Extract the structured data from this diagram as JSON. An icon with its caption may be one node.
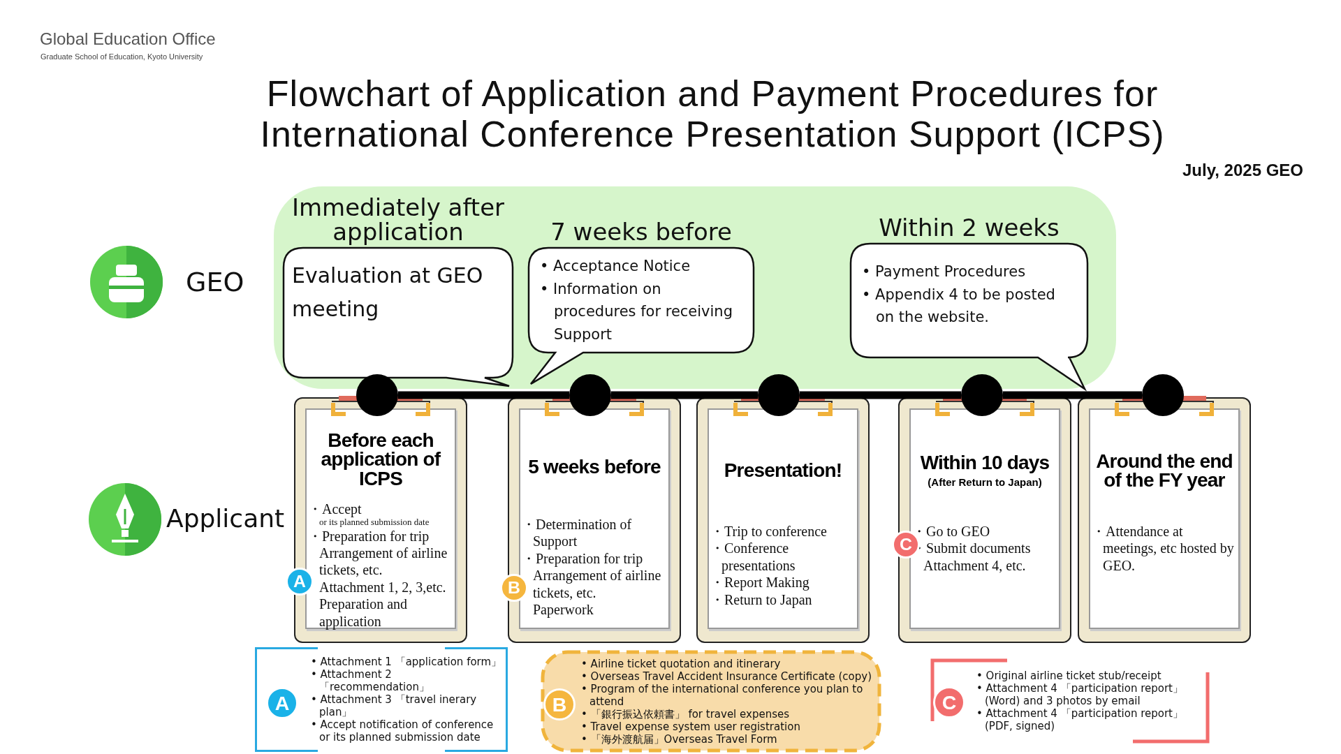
{
  "diagram": {
    "title": "Flowchart of Application and Payment Procedures for International Conference Presentation Support (ICPS)",
    "nodes": [
      {
        "text": [
          "Immediately after application",
          "Evaluation at GEO meeting"
        ]
      },
      {
        "text": [
          "7 weeks before",
          "• Acceptance Notice",
          "• Information on procedures for receiving Support"
        ]
      },
      {
        "text": [
          "Within 2 weeks",
          "• Payment Procedures",
          "• Appendix 4 to be posted on the website."
        ]
      },
      {
        "text": [],
        "shape": "circle"
      },
      {
        "text": [],
        "shape": "circle"
      },
      {
        "text": [],
        "shape": "circle"
      },
      {
        "text": [],
        "shape": "circle"
      },
      {
        "text": [],
        "shape": "circle"
      },
      {
        "text": [
          "Before each application of ICPS",
          "・Accept",
          "or its planned submission date",
          "・Preparation for trip",
          "Arrangement of airline tickets, etc.",
          "Attachment 1, 2, 3,etc.",
          "Preparation and application"
        ]
      },
      {
        "text": [
          "5 weeks before",
          "・Determination of Support",
          "・Preparation for trip",
          "Arrangement of airline tickets, etc.",
          "Paperwork"
        ]
      },
      {
        "text": [
          "Presentation!",
          "・Trip to conference",
          "・Conference presentations",
          "・Report Making",
          "・Return to Japan"
        ]
      },
      {
        "text": [
          "Within 10 days",
          "(After Return to Japan)",
          "・Go to GEO",
          "・Submit documents",
          "Attachment 4, etc."
        ]
      },
      {
        "text": [
          "Around the end of the FY year",
          "・Attendance at meetings, etc hosted by GEO."
        ]
      },
      {
        "text": [
          "A"
        ]
      },
      {
        "text": [
          "B"
        ]
      },
      {
        "text": [
          "C"
        ]
      },
      {
        "text": [
          "• Attachment 1 「application form」",
          "• Attachment 2 「recommendation」",
          "• Attachment 3 「travel inerary plan」",
          "• Accept notification of conference or its planned submission date"
        ]
      },
      {
        "text": [
          "A"
        ],
        "in": 16
      },
      {
        "text": [
          "• Airline ticket quotation and itinerary",
          "• Overseas Travel Accident Insurance Certificate (copy)",
          "• Program of the international conference you plan to attend",
          "• 「銀行振込依頼書」 for travel expenses",
          "• Travel expense system user registration",
          "• 「海外渡航届」Overseas Travel Form"
        ]
      },
      {
        "text": [
          "B"
        ],
        "in": 18
      },
      {
        "text": [
          "• Original airline ticket stub/receipt",
          "• Attachment 4 「participation report」 (Word) and 3 photos by email",
          "• Attachment 4 「participation report」 (PDF, signed)"
        ]
      },
      {
        "text": [
          "C"
        ],
        "in": 20
      }
    ],
    "edges": [
      {
        "from": 3,
        "to": 4,
        "arrow": "none"
      },
      {
        "from": 4,
        "to": 5,
        "arrow": "none"
      },
      {
        "from": 5,
        "to": 6,
        "arrow": "none"
      },
      {
        "from": 6,
        "to": 7,
        "arrow": "none"
      }
    ],
    "labels": [
      "Global Education Office",
      "Graduate School of Education, Kyoto University",
      "July, 2025 GEO",
      "GEO",
      "Applicant"
    ]
  }
}
